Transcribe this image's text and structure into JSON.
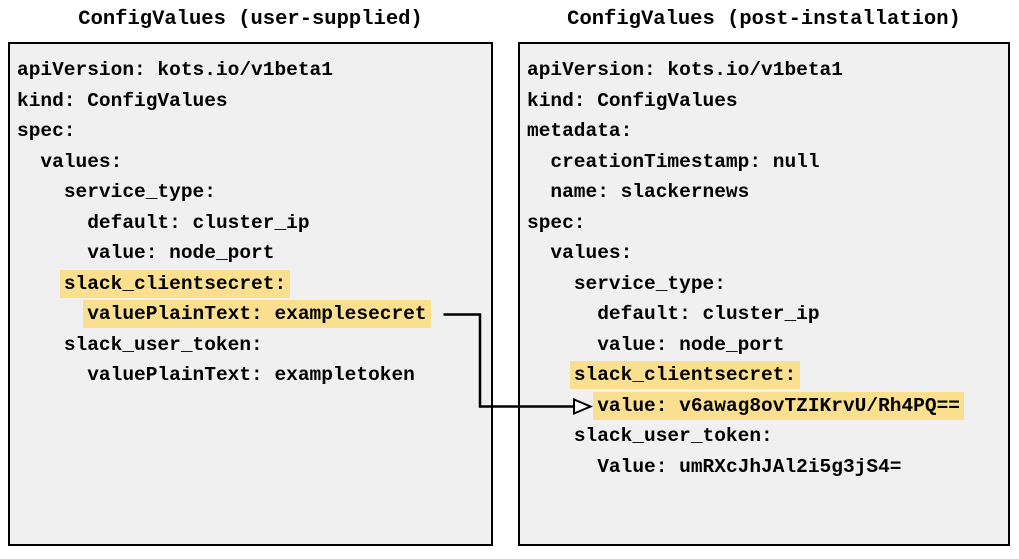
{
  "diagram": {
    "colors": {
      "page_bg": "#ffffff",
      "panel_bg": "#f0f0f0",
      "panel_border": "#000000",
      "text": "#000000",
      "highlight": "#fadf8f",
      "connector": "#000000"
    },
    "panels": [
      {
        "id": "user-supplied",
        "title": "ConfigValues (user-supplied)",
        "lines": [
          {
            "indent": 0,
            "text": "apiVersion: kots.io/v1beta1",
            "highlighted": false
          },
          {
            "indent": 0,
            "text": "kind: ConfigValues",
            "highlighted": false
          },
          {
            "indent": 0,
            "text": "spec:",
            "highlighted": false
          },
          {
            "indent": 2,
            "text": "values:",
            "highlighted": false
          },
          {
            "indent": 4,
            "text": "service_type:",
            "highlighted": false
          },
          {
            "indent": 6,
            "text": "default: cluster_ip",
            "highlighted": false
          },
          {
            "indent": 6,
            "text": "value: node_port",
            "highlighted": false
          },
          {
            "indent": 4,
            "text": "slack_clientsecret:",
            "highlighted": true
          },
          {
            "indent": 6,
            "text": "valuePlainText: examplesecret",
            "highlighted": true
          },
          {
            "indent": 4,
            "text": "slack_user_token:",
            "highlighted": false
          },
          {
            "indent": 6,
            "text": "valuePlainText: exampletoken",
            "highlighted": false
          }
        ]
      },
      {
        "id": "post-installation",
        "title": "ConfigValues (post-installation)",
        "lines": [
          {
            "indent": 0,
            "text": "apiVersion: kots.io/v1beta1",
            "highlighted": false
          },
          {
            "indent": 0,
            "text": "kind: ConfigValues",
            "highlighted": false
          },
          {
            "indent": 0,
            "text": "metadata:",
            "highlighted": false
          },
          {
            "indent": 2,
            "text": "creationTimestamp: null",
            "highlighted": false
          },
          {
            "indent": 2,
            "text": "name: slackernews",
            "highlighted": false
          },
          {
            "indent": 0,
            "text": "spec:",
            "highlighted": false
          },
          {
            "indent": 2,
            "text": "values:",
            "highlighted": false
          },
          {
            "indent": 4,
            "text": "service_type:",
            "highlighted": false
          },
          {
            "indent": 6,
            "text": "default: cluster_ip",
            "highlighted": false
          },
          {
            "indent": 6,
            "text": "value: node_port",
            "highlighted": false
          },
          {
            "indent": 4,
            "text": "slack_clientsecret:",
            "highlighted": true
          },
          {
            "indent": 6,
            "text": "value: v6awag8ovTZIKrvU/Rh4PQ==",
            "highlighted": true
          },
          {
            "indent": 4,
            "text": "slack_user_token:",
            "highlighted": false
          },
          {
            "indent": 6,
            "text": "Value: umRXcJhJAl2i5g3jS4=",
            "highlighted": false
          }
        ]
      }
    ],
    "connector": {
      "from_line": "valuePlainText: examplesecret",
      "to_line": "value: v6awag8ovTZIKrvU/Rh4PQ==",
      "color": "#000000"
    }
  }
}
